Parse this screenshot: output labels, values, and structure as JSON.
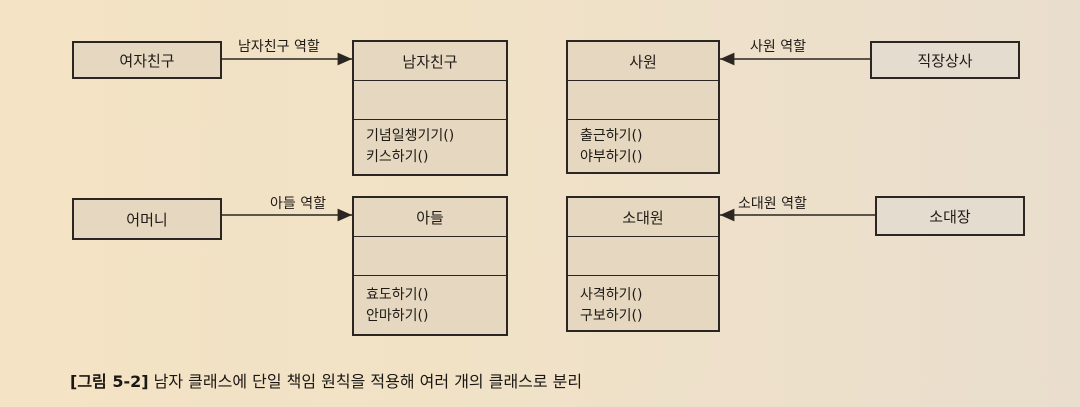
{
  "nodes": {
    "girlfriend": "여자친구",
    "mother": "어머니",
    "boss": "직장상사",
    "captain": "소대장"
  },
  "classes": {
    "boyfriend": {
      "name": "남자친구",
      "ops": [
        "기념일챙기기()",
        "키스하기()"
      ]
    },
    "son": {
      "name": "아들",
      "ops": [
        "효도하기()",
        "안마하기()"
      ]
    },
    "employee": {
      "name": "사원",
      "ops": [
        "출근하기()",
        "야부하기()"
      ]
    },
    "soldier": {
      "name": "소대원",
      "ops": [
        "사격하기()",
        "구보하기()"
      ]
    }
  },
  "edges": {
    "boyfriend_role": "남자친구 역할",
    "son_role": "아들 역할",
    "employee_role": "사원 역할",
    "soldier_role": "소대원 역할"
  },
  "caption": {
    "number": "[그림 5-2]",
    "text": " 남자 클래스에 단일 책임 원칙을 적용해 여러 개의 클래스로 분리"
  }
}
